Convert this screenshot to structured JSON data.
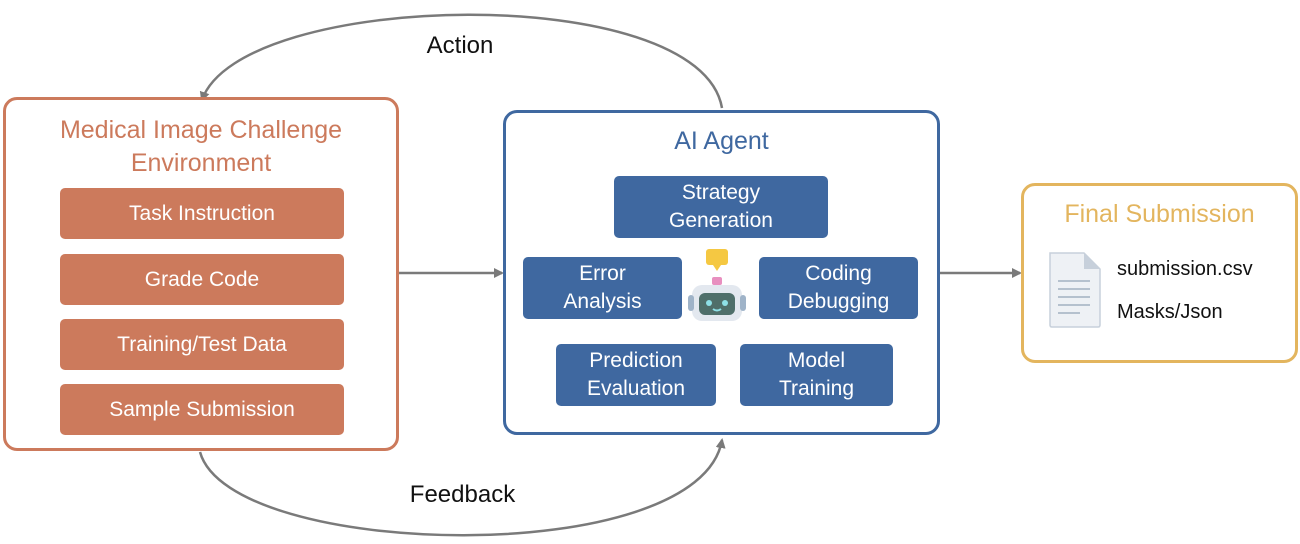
{
  "flow": {
    "action_label": "Action",
    "feedback_label": "Feedback"
  },
  "environment": {
    "title_line1": "Medical Image Challenge",
    "title_line2": "Environment",
    "items": [
      "Task Instruction",
      "Grade Code",
      "Training/Test Data",
      "Sample Submission"
    ],
    "color": "#cc7a5c"
  },
  "agent": {
    "title": "AI Agent",
    "color": "#3f68a0",
    "items": {
      "strategy": "Strategy\nGeneration",
      "error": "Error\nAnalysis",
      "coding": "Coding\nDebugging",
      "prediction": "Prediction\nEvaluation",
      "model": "Model\nTraining"
    },
    "icon": "robot-icon"
  },
  "final": {
    "title": "Final Submission",
    "color": "#e3b55e",
    "files": [
      "submission.csv",
      "Masks/Json"
    ],
    "icon": "document-icon"
  }
}
